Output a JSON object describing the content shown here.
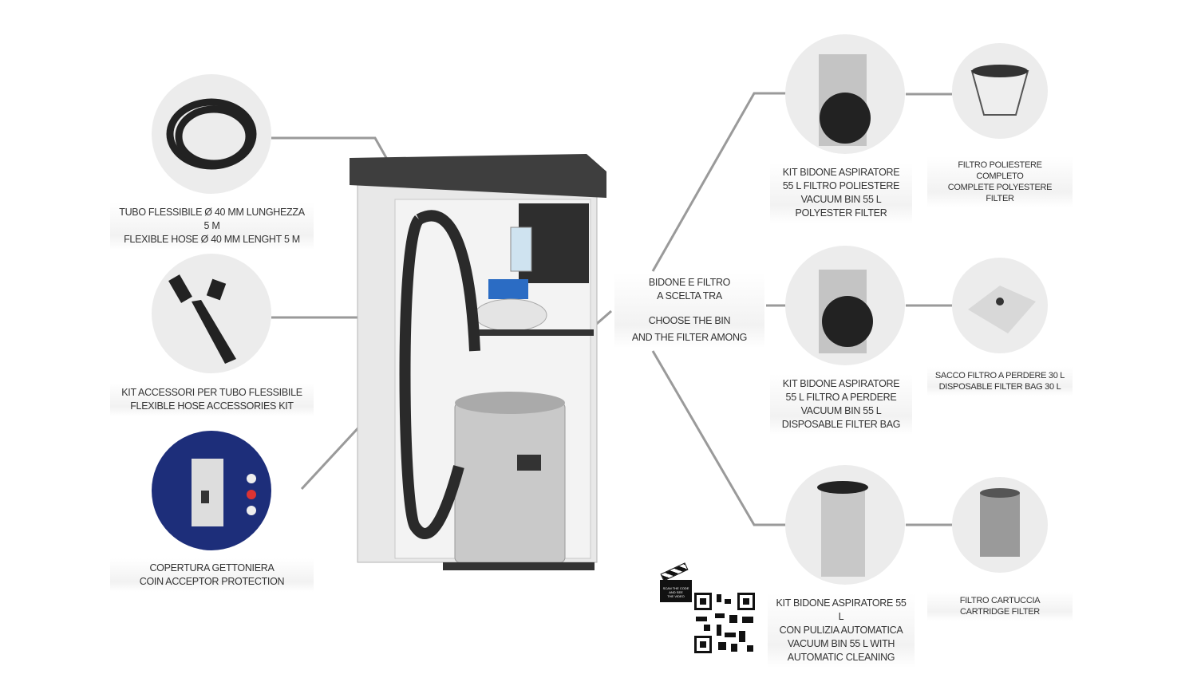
{
  "left_items": [
    {
      "lines": [
        "TUBO FLESSIBILE Ø 40 mm LUNGHEZZA 5 m",
        "FLEXIBLE HOSE Ø 40 mm LENGHT 5 m"
      ],
      "icon": "hose-icon"
    },
    {
      "lines": [
        "KIT ACCESSORI PER TUBO FLESSIBILE",
        "FLEXIBLE HOSE ACCESSORIES KIT"
      ],
      "icon": "hose-accessories-icon"
    },
    {
      "lines": [
        "COPERTURA GETTONIERA",
        "COIN ACCEPTOR PROTECTION"
      ],
      "icon": "coin-acceptor-icon"
    }
  ],
  "center_label": {
    "it": [
      "BIDONE E FILTRO",
      "A SCELTA TRA"
    ],
    "en": [
      "CHOOSE THE BIN",
      "AND THE FILTER AMONG"
    ]
  },
  "bins": [
    {
      "lines": [
        "KIT BIDONE ASPIRATORE",
        "55 l FILTRO POLIESTERE",
        "VACUUM BIN 55 l",
        "POLYESTER FILTER"
      ]
    },
    {
      "lines": [
        "KIT BIDONE ASPIRATORE",
        "55 l FILTRO A PERDERE",
        "VACUUM BIN 55 l",
        "DISPOSABLE FILTER BAG"
      ]
    },
    {
      "lines": [
        "KIT BIDONE ASPIRATORE 55 l",
        "CON PULIZIA AUTOMATICA",
        "VACUUM BIN 55 l WITH",
        "AUTOMATIC CLEANING"
      ]
    }
  ],
  "filters": [
    {
      "lines": [
        "FILTRO POLIESTERE COMPLETO",
        "COMPLETE POLYESTERE FILTER"
      ]
    },
    {
      "lines": [
        "SACCO FILTRO A PERDERE 30 l",
        "DISPOSABLE FILTER BAG 30 l"
      ]
    },
    {
      "lines": [
        "FILTRO CARTUCCIA",
        "CARTRIDGE FILTER"
      ]
    }
  ],
  "qr": {
    "clapper_text": [
      "SCAN THE CODE",
      "AND SEE",
      "THE VIDEO"
    ]
  }
}
